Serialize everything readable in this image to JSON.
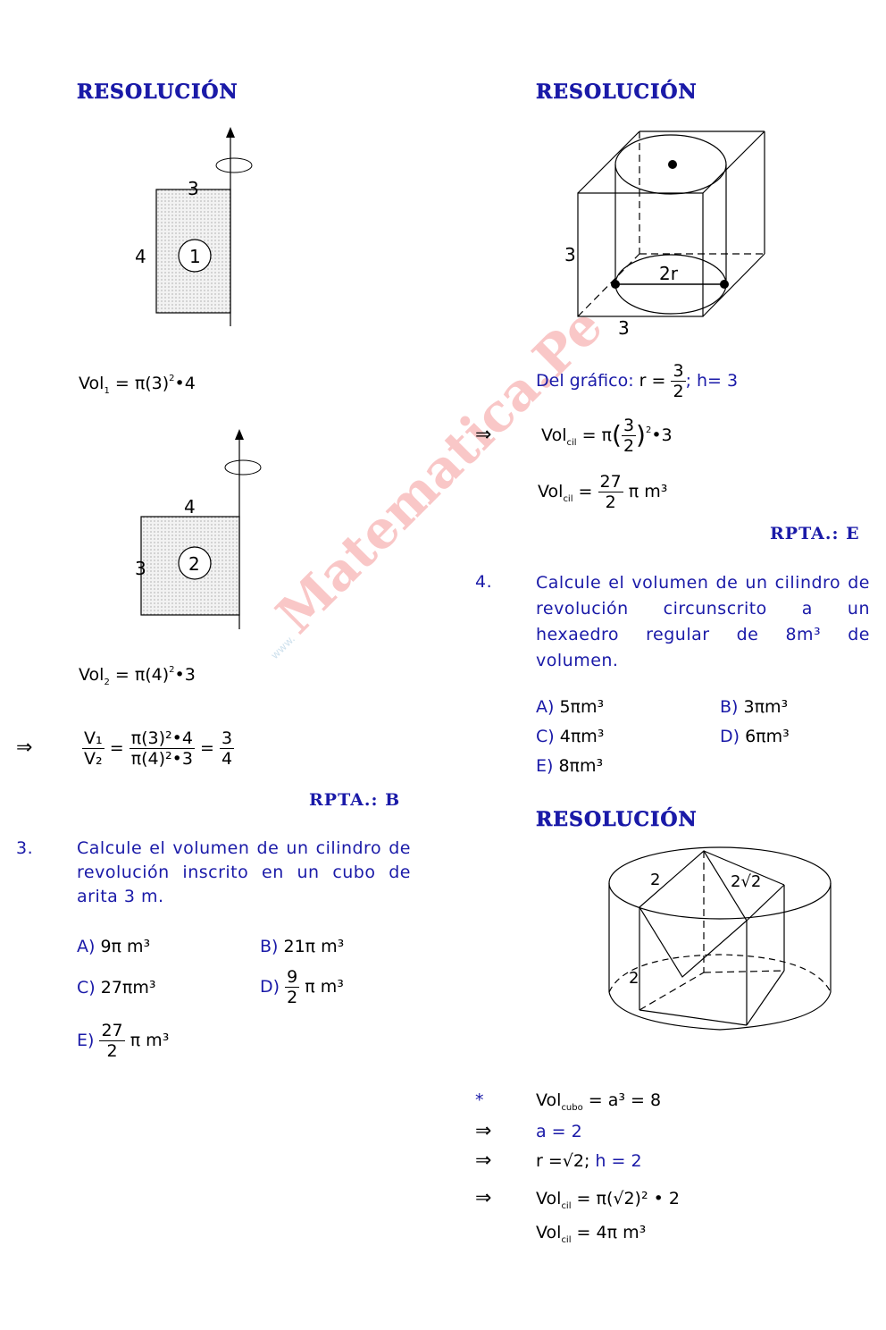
{
  "left": {
    "heading": "RESOLUCIÓN",
    "fig1": {
      "top": "3",
      "side": "4",
      "region": "1"
    },
    "vol1": {
      "label": "Vol",
      "sub": "1",
      "expr": "= π(3)",
      "exp": "2",
      "tail": "•4"
    },
    "fig2": {
      "top": "4",
      "side": "3",
      "region": "2"
    },
    "vol2": {
      "label": "Vol",
      "sub": "2",
      "expr": "= π(4)",
      "exp": "2",
      "tail": "•3"
    },
    "ratio": {
      "arrow": "⇒",
      "lhs_num": "V₁",
      "lhs_den": "V₂",
      "mid_num": "π(3)²•4",
      "mid_den": "π(4)²•3",
      "res_num": "3",
      "res_den": "4"
    },
    "answer": "RPTA.: B",
    "q3": {
      "number": "3.",
      "text": "Calcule el volumen de un cilindro de revolución inscrito en un cubo de arita 3 m.",
      "options": [
        {
          "label": "A)",
          "value": "9π m³"
        },
        {
          "label": "B)",
          "value": "21π m³"
        },
        {
          "label": "C)",
          "value": "27πm³"
        },
        {
          "label": "D)",
          "num": "9",
          "den": "2",
          "value": "π m³"
        },
        {
          "label": "E)",
          "num": "27",
          "den": "2",
          "value": "π m³"
        }
      ]
    }
  },
  "right": {
    "heading1": "RESOLUCIÓN",
    "cube": {
      "edge_side": "3",
      "edge_bottom": "3",
      "diameter": "2r"
    },
    "del_grafico": {
      "text": "Del gráfico:",
      "r_label": "r =",
      "r_num": "3",
      "r_den": "2",
      "h": "; h= 3"
    },
    "volcil1": {
      "arrow": "⇒",
      "label": "Vol",
      "sub": "cil",
      "eq": "= π",
      "num": "3",
      "den": "2",
      "exp": "2",
      "tail": "•3"
    },
    "volcil2": {
      "label": "Vol",
      "sub": "cil",
      "eq": "=",
      "num": "27",
      "den": "2",
      "tail": "π m³"
    },
    "answer": "RPTA.: E",
    "q4": {
      "number": "4.",
      "text": "Calcule el volumen de un cilindro de revolución circunscrito a un hexaedro regular de 8m³ de volumen.",
      "options": [
        {
          "label": "A)",
          "value": "5πm³"
        },
        {
          "label": "B)",
          "value": "3πm³"
        },
        {
          "label": "C)",
          "value": "4πm³"
        },
        {
          "label": "D)",
          "value": "6πm³"
        },
        {
          "label": "E)",
          "value": "8πm³"
        }
      ]
    },
    "heading2": "RESOLUCIÓN",
    "cyl": {
      "edge_top": "2",
      "diag": "2√2",
      "edge_side": "2"
    },
    "steps": [
      {
        "bullet": "*",
        "text": "Vol",
        "sub": "cubo",
        "rest": "= a³ = 8"
      },
      {
        "bullet": "⇒",
        "text": "a = 2"
      },
      {
        "bullet": "⇒",
        "text": "r =√2; ",
        "rest": "h = 2"
      },
      {
        "bullet": "⇒",
        "text": "Vol",
        "sub": "cil",
        "rest": "= π(√2)² • 2"
      },
      {
        "bullet": "",
        "text": "Vol",
        "sub": "cil",
        "rest": "= 4π  m³"
      }
    ]
  },
  "watermark": {
    "main": "Matematica.Pe",
    "small": "www."
  }
}
